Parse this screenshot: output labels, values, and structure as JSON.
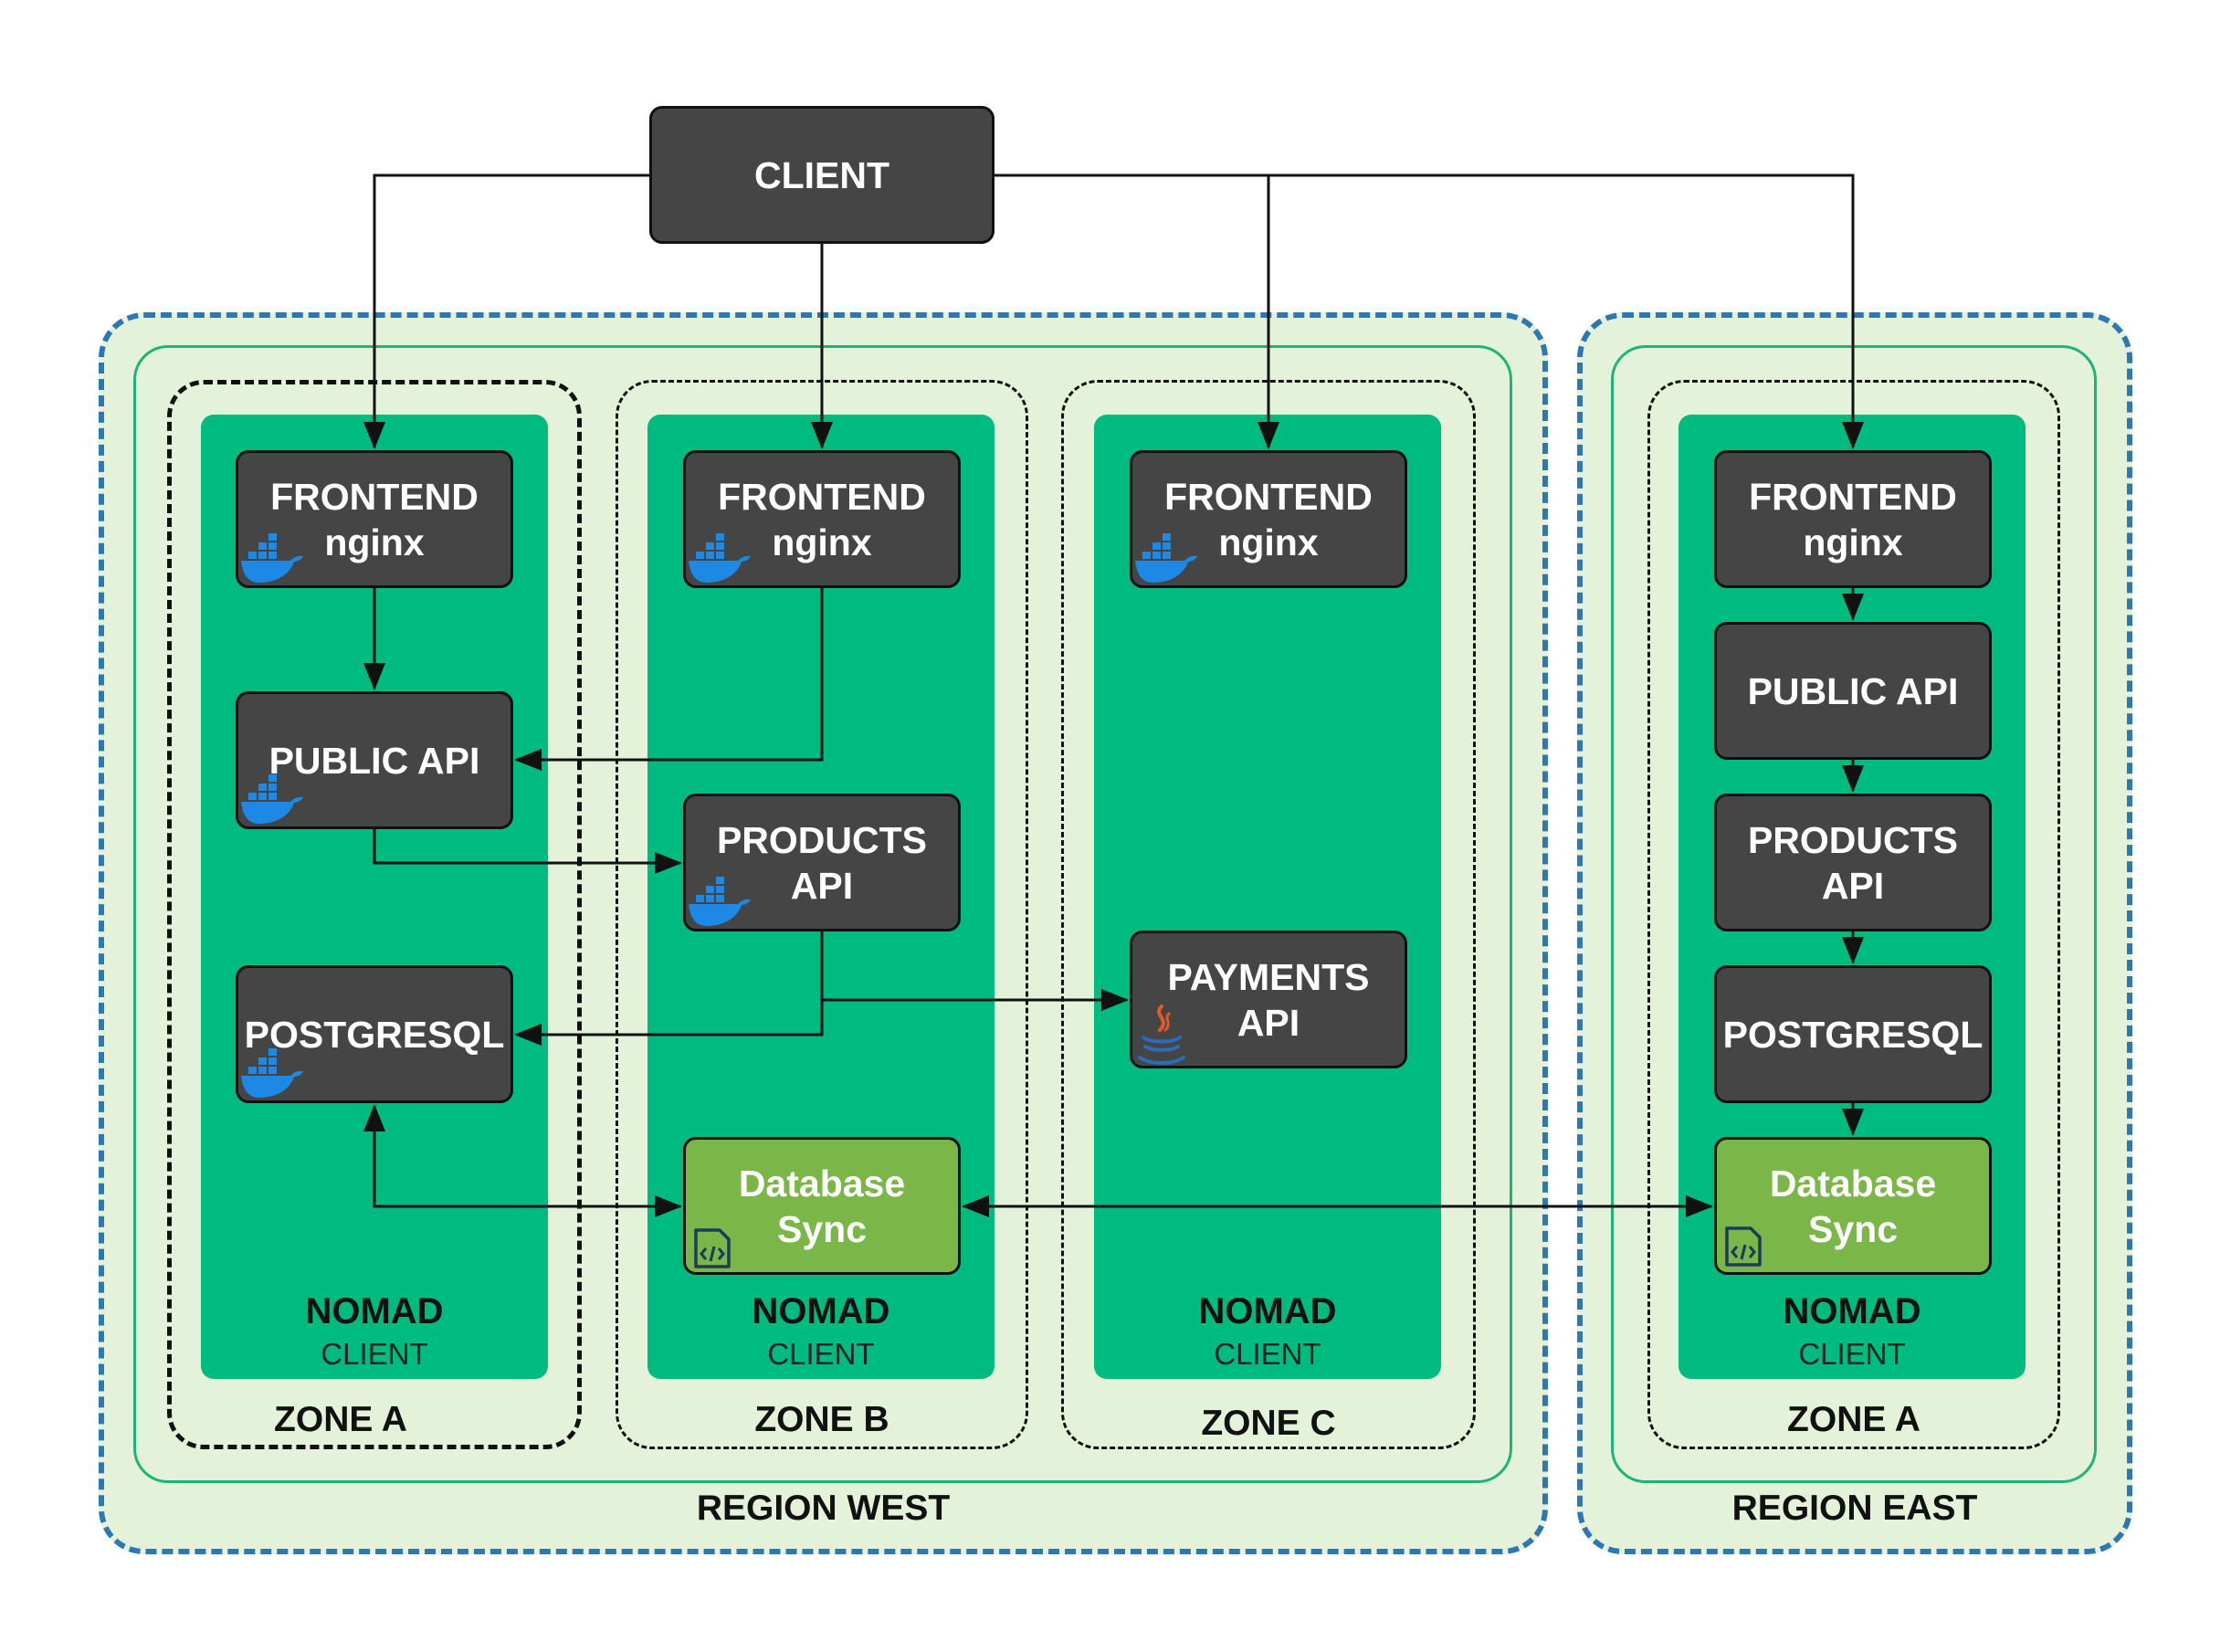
{
  "client": {
    "label": "CLIENT"
  },
  "regions": {
    "west": {
      "label": "REGION WEST"
    },
    "east": {
      "label": "REGION EAST"
    }
  },
  "zones": {
    "west_a": {
      "label": "ZONE A"
    },
    "west_b": {
      "label": "ZONE B"
    },
    "west_c": {
      "label": "ZONE C"
    },
    "east_a": {
      "label": "ZONE A"
    }
  },
  "nomad": {
    "title": "NOMAD",
    "subtitle": "CLIENT"
  },
  "services": {
    "frontend": {
      "line1": "FRONTEND",
      "line2": "nginx"
    },
    "public_api": {
      "label": "PUBLIC API"
    },
    "products_api": {
      "line1": "PRODUCTS",
      "line2": "API"
    },
    "postgresql": {
      "label": "POSTGRESQL"
    },
    "payments_api": {
      "line1": "PAYMENTS",
      "line2": "API"
    },
    "database_sync": {
      "line1": "Database",
      "line2": "Sync"
    }
  },
  "icons": {
    "container": "docker-whale-icon",
    "java": "java-cup-icon",
    "script": "code-file-icon"
  },
  "colors": {
    "region_fill": "#e3f2d8",
    "region_border": "#2b78b5",
    "nomad_green": "#00bb7f",
    "service_box": "#454545",
    "sync_box": "#7ab648",
    "docker_blue": "#1e88e5"
  }
}
